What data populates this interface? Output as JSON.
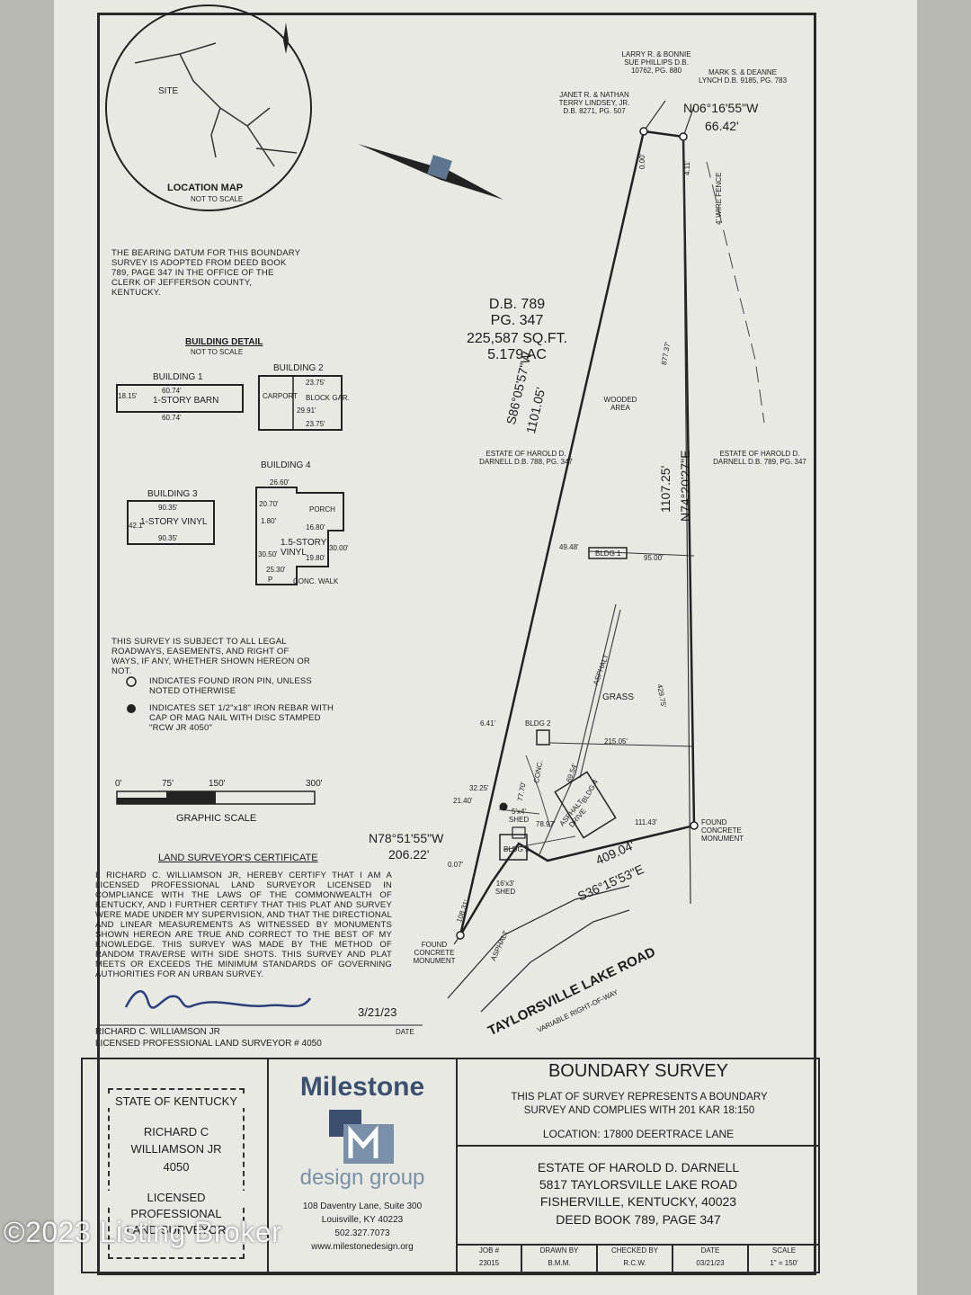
{
  "location_map": {
    "title": "LOCATION MAP",
    "scale_note": "NOT TO SCALE",
    "site_label": "SITE"
  },
  "bearing_note": "THE BEARING DATUM FOR THIS BOUNDARY SURVEY IS ADOPTED FROM DEED BOOK 789, PAGE 347 IN THE OFFICE OF THE CLERK OF JEFFERSON COUNTY, KENTUCKY.",
  "building_detail": {
    "title": "BUILDING DETAIL",
    "scale_note": "NOT TO SCALE",
    "b1": {
      "title": "BUILDING 1",
      "desc": "1-STORY BARN",
      "w": "60.74'",
      "h": "18.15'"
    },
    "b2": {
      "title": "BUILDING 2",
      "carport": "CARPORT",
      "desc": "BLOCK GAR.",
      "w": "23.75'",
      "h": "29.91'"
    },
    "b3": {
      "title": "BUILDING 3",
      "desc": "1-STORY VINYL",
      "w": "90.35'",
      "h": "42.1'"
    },
    "b4": {
      "title": "BUILDING 4",
      "desc": "1.5-STORY VINYL",
      "top": "26.60'",
      "porch": "PORCH",
      "d1": "20.70'",
      "d2": "1.80'",
      "d3": "16.80'",
      "d4": "30.50'",
      "d5": "19.80'",
      "d6": "30.00'",
      "d7": "25.30'",
      "walk": "CONC. WALK",
      "p": "P"
    }
  },
  "survey_note": "THIS SURVEY IS SUBJECT TO ALL LEGAL ROADWAYS, EASEMENTS, AND RIGHT OF WAYS, IF ANY, WHETHER SHOWN HEREON OR NOT.",
  "legend": {
    "found": "INDICATES FOUND IRON PIN, UNLESS NOTED OTHERWISE",
    "set": "INDICATES SET 1/2\"x18\" IRON REBAR WITH CAP OR MAG NAIL WITH DISC STAMPED \"RCW JR 4050\""
  },
  "graphic_scale": {
    "title": "GRAPHIC SCALE",
    "ticks": [
      "0'",
      "75'",
      "150'",
      "300'"
    ]
  },
  "certificate": {
    "title": "LAND SURVEYOR'S CERTIFICATE",
    "text": "I, RICHARD C. WILLIAMSON JR, HEREBY CERTIFY THAT I AM A LICENSED PROFESSIONAL LAND SURVEYOR LICENSED IN COMPLIANCE WITH THE LAWS OF THE COMMONWEALTH OF KENTUCKY, AND I FURTHER CERTIFY THAT THIS PLAT AND SURVEY WERE MADE UNDER MY SUPERVISION, AND THAT THE DIRECTIONAL AND LINEAR MEASUREMENTS AS WITNESSED BY MONUMENTS SHOWN HEREON ARE TRUE AND CORRECT TO THE BEST OF MY KNOWLEDGE. THIS SURVEY WAS MADE BY THE METHOD OF RANDOM TRAVERSE WITH SIDE SHOTS. THIS SURVEY AND PLAT MEETS OR EXCEEDS THE MINIMUM STANDARDS OF GOVERNING AUTHORITIES FOR AN URBAN SURVEY.",
    "date": "3/21/23",
    "date_label": "DATE",
    "name_line": "RICHARD C. WILLIAMSON JR",
    "license_line": "LICENSED PROFESSIONAL LAND SURVEYOR # 4050"
  },
  "plat": {
    "deed": "D.B. 789",
    "page": "PG. 347",
    "sqft": "225,587 SQ.FT.",
    "acres": "5.179 AC",
    "owners": {
      "larry": "LARRY R. & BONNIE SUE PHILLIPS D.B. 10762, PG. 880",
      "mark": "MARK S. & DEANNE LYNCH D.B. 9185, PG. 783",
      "janet": "JANET R. & NATHAN TERRY LINDSEY, JR. D.B. 8271, PG. 507",
      "estate_left": "ESTATE OF HAROLD D. DARNELL D.B. 788, PG. 347",
      "estate_right": "ESTATE OF HAROLD D. DARNELL D.B. 789, PG. 347"
    },
    "bearings": {
      "top": "N06°16'55\"W",
      "top_len": "66.42'",
      "left": "S86°05'57\"W",
      "left_len": "1101.05'",
      "right": "N74°20'27\"E",
      "right_len": "1107.25'",
      "bottom_left": "N78°51'55\"W",
      "bottom_left_len": "206.22'",
      "bottom_right": "409.04'",
      "bottom_right_bearing": "S36°15'53\"E"
    },
    "dims": [
      "0.00'",
      "4.11'",
      "877.37'",
      "49.48'",
      "95.00'",
      "429.75'",
      "6.41'",
      "215.05'",
      "32.25'",
      "21.40'",
      "77.70'",
      "69.54'",
      "78.97'",
      "111.43'",
      "0.07'",
      "108.31'"
    ],
    "labels": {
      "fence": "4' WIRE FENCE",
      "wooded": "WOODED AREA",
      "bldg1": "BLDG 1",
      "bldg2": "BLDG 2",
      "bldg3": "BLDG 3",
      "bldg4": "BLDG 4",
      "grass": "GRASS",
      "asphalt": "ASPHALT",
      "asphalt2": "ASPHALT",
      "asphalt_drive": "ASPHALT DRIVE",
      "conc": "CONC.",
      "shed1": "5'x4' SHED",
      "shed2": "16'x3' SHED",
      "found_mon_right": "FOUND CONCRETE MONUMENT",
      "found_mon_left": "FOUND CONCRETE MONUMENT",
      "road": "TAYLORSVILLE LAKE ROAD",
      "row": "VARIABLE RIGHT-OF-WAY"
    }
  },
  "title_block": {
    "seal": {
      "state": "STATE OF KENTUCKY",
      "name1": "RICHARD C",
      "name2": "WILLIAMSON JR",
      "number": "4050",
      "lic1": "LICENSED",
      "lic2": "PROFESSIONAL",
      "lic3": "LAND SURVEYOR"
    },
    "company": {
      "name": "Milestone",
      "sub": "design group",
      "addr1": "108 Daventry Lane, Suite 300",
      "addr2": "Louisville, KY 40223",
      "phone": "502.327.7073",
      "web": "www.milestonedesign.org"
    },
    "title": "BOUNDARY SURVEY",
    "statement": "THIS PLAT OF SURVEY REPRESENTS A BOUNDARY SURVEY AND COMPLIES WITH 201 KAR 18:150",
    "location": "LOCATION: 17800 DEERTRACE LANE",
    "estate": "ESTATE OF HAROLD D. DARNELL",
    "address1": "5817 TAYLORSVILLE LAKE ROAD",
    "address2": "FISHERVILLE, KENTUCKY, 40023",
    "deed": "DEED BOOK 789, PAGE 347",
    "job_label": "JOB #",
    "job": "23015",
    "drawn_label": "DRAWN BY",
    "drawn": "B.M.M.",
    "checked_label": "CHECKED BY",
    "checked": "R.C.W.",
    "date_label": "DATE",
    "date": "03/21/23",
    "scale_label": "SCALE",
    "scale": "1\" = 150'"
  },
  "watermark": "©2023 Listing Broker"
}
